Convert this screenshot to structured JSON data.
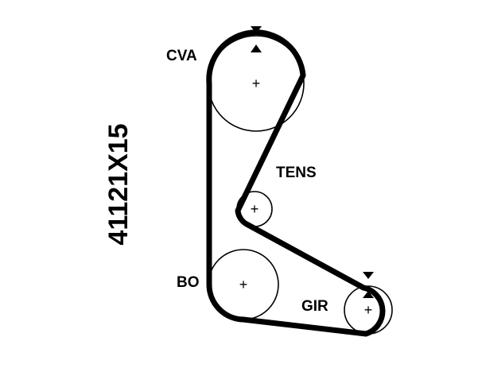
{
  "part_number": "41121X15",
  "pulleys": [
    {
      "id": "cva",
      "label": "CVA",
      "has_timing_mark": true
    },
    {
      "id": "tens",
      "label": "TENS",
      "has_timing_mark": false
    },
    {
      "id": "bo",
      "label": "BO",
      "has_timing_mark": false
    },
    {
      "id": "gir",
      "label": "GIR",
      "has_timing_mark": true
    }
  ],
  "center_mark": "+",
  "colors": {
    "ink": "#000000",
    "background": "#ffffff"
  }
}
